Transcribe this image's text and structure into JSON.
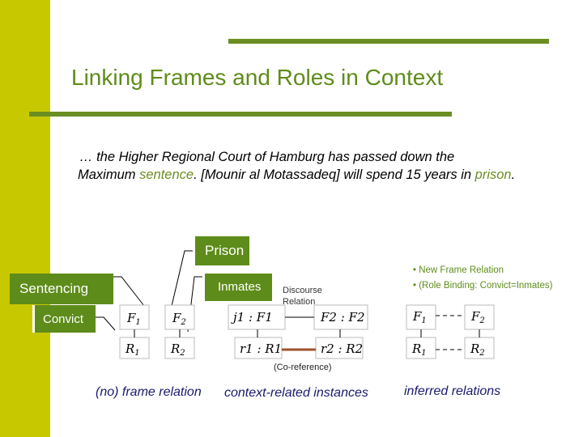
{
  "title": "Linking Frames and Roles in Context",
  "quote": {
    "line1": "… the Higher Regional Court of Hamburg has passed down the",
    "line2_before": "Maximum ",
    "line2_hl1": "sentence",
    "line2_mid": ". [Mounir al Motassadeq] will spend 15 years in ",
    "line2_hl2": "prison",
    "line2_end": "."
  },
  "labels": {
    "prison": "Prison",
    "sentencing": "Sentencing",
    "convict": "Convict",
    "inmates": "Inmates"
  },
  "discourse_relation": "Discourse Relation",
  "co_reference": "(Co-reference)",
  "bullets": [
    "• New Frame Relation",
    "• (Role Binding: Convict=Inmates)"
  ],
  "captions": {
    "no_relation": "(no) frame relation",
    "context_instances": "context-related instances",
    "inferred": "inferred relations"
  },
  "nodes": {
    "f1": "F",
    "f1_sub": "1",
    "f2": "F",
    "f2_sub": "2",
    "r1": "R",
    "r1_sub": "1",
    "r2": "R",
    "r2_sub": "2",
    "j1": "j",
    "j1_rest": "1 : F1",
    "f2f2": "F2 : F2",
    "r1inst": "r1 : R1",
    "r2inst": "r2 : R2"
  },
  "colors": {
    "accent": "#5e8c1a",
    "left_bar": "#c8c800",
    "coref_line": "#a0522d"
  }
}
